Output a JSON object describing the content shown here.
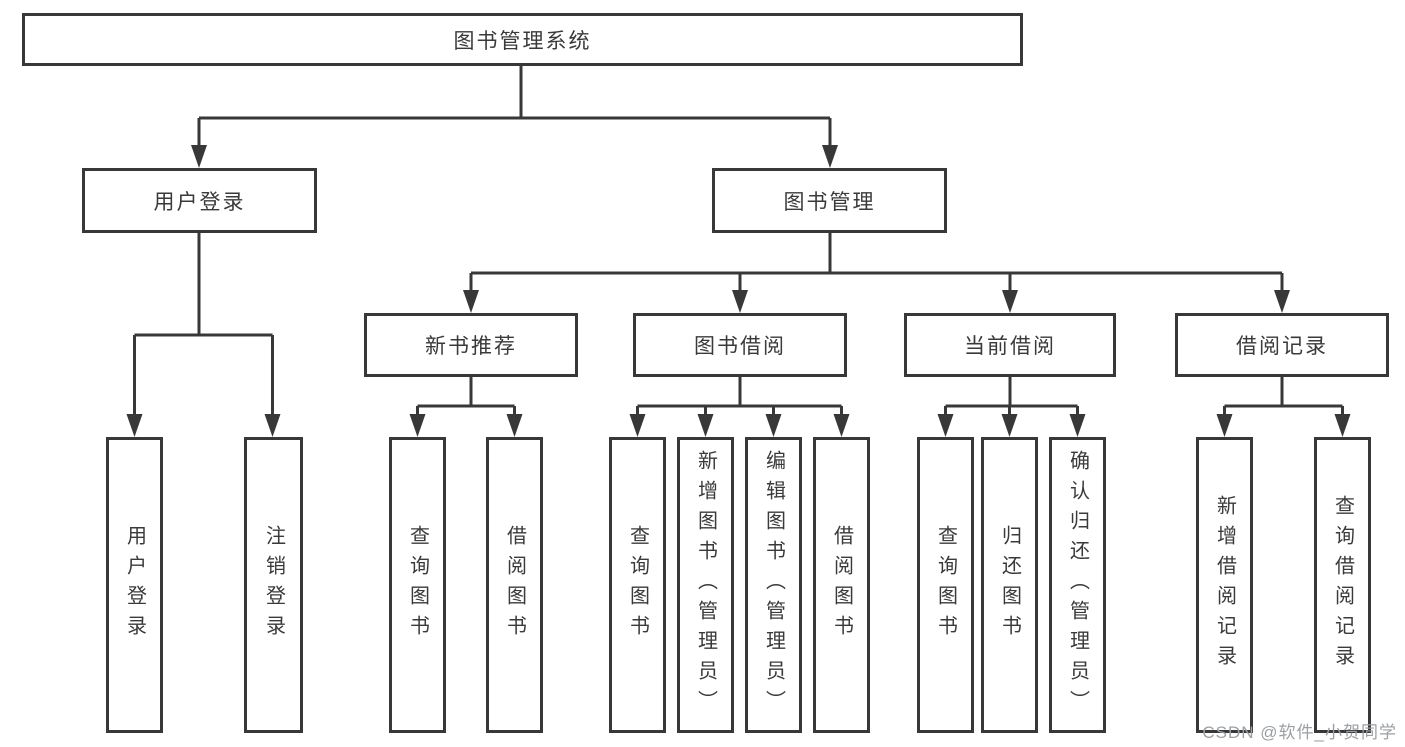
{
  "colors": {
    "line": "#383838",
    "text": "#3a3a3a",
    "background": "#ffffff",
    "watermark": "#9aa0a6"
  },
  "watermark": {
    "text": "CSDN @软件_小贺同学"
  },
  "tree": {
    "label": "图书管理系统",
    "children": [
      {
        "label": "用户登录",
        "children": [
          {
            "label": "用户登录"
          },
          {
            "label": "注销登录"
          }
        ]
      },
      {
        "label": "图书管理",
        "children": [
          {
            "label": "新书推荐",
            "children": [
              {
                "label": "查询图书"
              },
              {
                "label": "借阅图书"
              }
            ]
          },
          {
            "label": "图书借阅",
            "children": [
              {
                "label": "查询图书"
              },
              {
                "label": "新增图书（管理员）"
              },
              {
                "label": "编辑图书（管理员）"
              },
              {
                "label": "借阅图书"
              }
            ]
          },
          {
            "label": "当前借阅",
            "children": [
              {
                "label": "查询图书"
              },
              {
                "label": "归还图书"
              },
              {
                "label": "确认归还（管理员）"
              }
            ]
          },
          {
            "label": "借阅记录",
            "children": [
              {
                "label": "新增借阅记录"
              },
              {
                "label": "查询借阅记录"
              }
            ]
          }
        ]
      }
    ]
  }
}
